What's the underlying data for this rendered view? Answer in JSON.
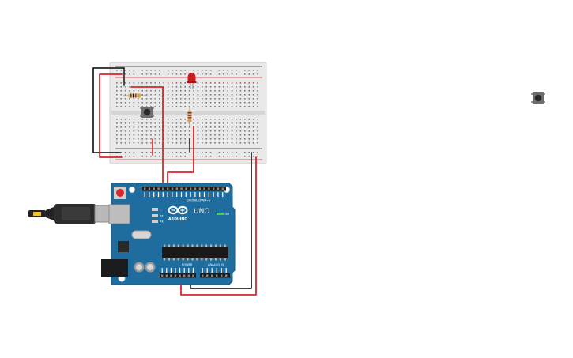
{
  "board": {
    "brand": "ARDUINO",
    "model": "UNO",
    "digital_header_label": "DIGITAL (PWM~)",
    "power_label": "POWER",
    "analog_label": "ANALOG IN",
    "on_label": "ON",
    "tx_label": "TX",
    "rx_label": "RX",
    "l_label": "L"
  },
  "colors": {
    "board": "#1f6d9e",
    "breadboard": "#e8e8e8",
    "wire_red": "#d9262c",
    "wire_black": "#262626",
    "led": "#c81e1e"
  },
  "components": {
    "breadboard": "breadboard",
    "led": "red-led",
    "resistors": 2,
    "pushbuttons": 2,
    "usb_cable": "usb-b-cable"
  }
}
